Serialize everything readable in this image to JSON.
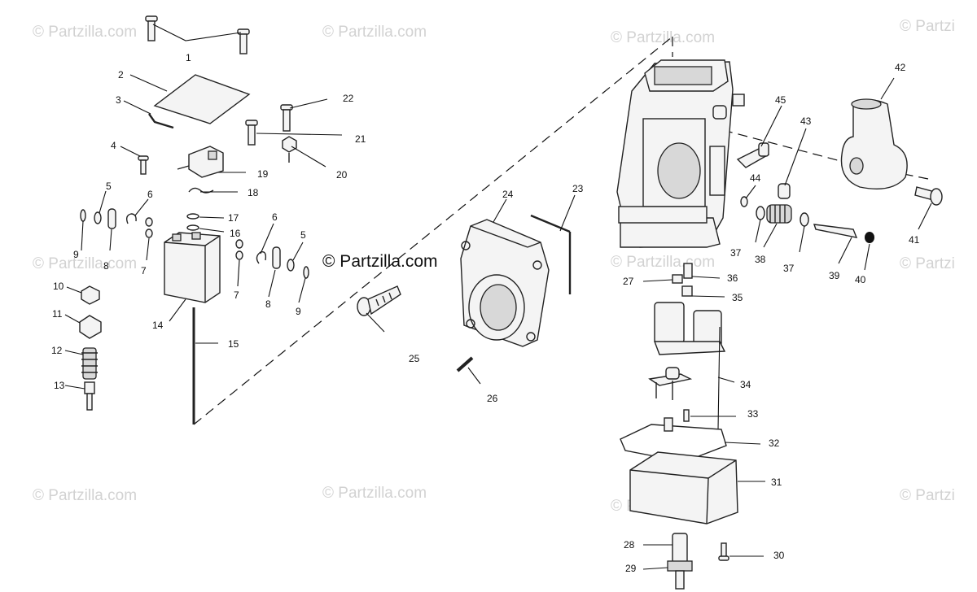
{
  "watermark": {
    "text": "© Partzilla.com",
    "clipped_text": "© Partzi",
    "center_text": "© Partzilla.com"
  },
  "callouts": {
    "c1": "1",
    "c2": "2",
    "c3": "3",
    "c4": "4",
    "c5a": "5",
    "c5b": "5",
    "c6a": "6",
    "c6b": "6",
    "c7a": "7",
    "c7b": "7",
    "c8a": "8",
    "c8b": "8",
    "c9a": "9",
    "c9b": "9",
    "c10": "10",
    "c11": "11",
    "c12": "12",
    "c13": "13",
    "c14": "14",
    "c15": "15",
    "c16": "16",
    "c17": "17",
    "c18": "18",
    "c19": "19",
    "c20": "20",
    "c21": "21",
    "c22": "22",
    "c23": "23",
    "c24": "24",
    "c25": "25",
    "c26": "26",
    "c27": "27",
    "c28": "28",
    "c29": "29",
    "c30": "30",
    "c31": "31",
    "c32": "32",
    "c33": "33",
    "c34": "34",
    "c35": "35",
    "c36": "36",
    "c37a": "37",
    "c37b": "37",
    "c38": "38",
    "c39": "39",
    "c40": "40",
    "c41": "41",
    "c42": "42",
    "c43": "43",
    "c44": "44",
    "c45": "45"
  }
}
